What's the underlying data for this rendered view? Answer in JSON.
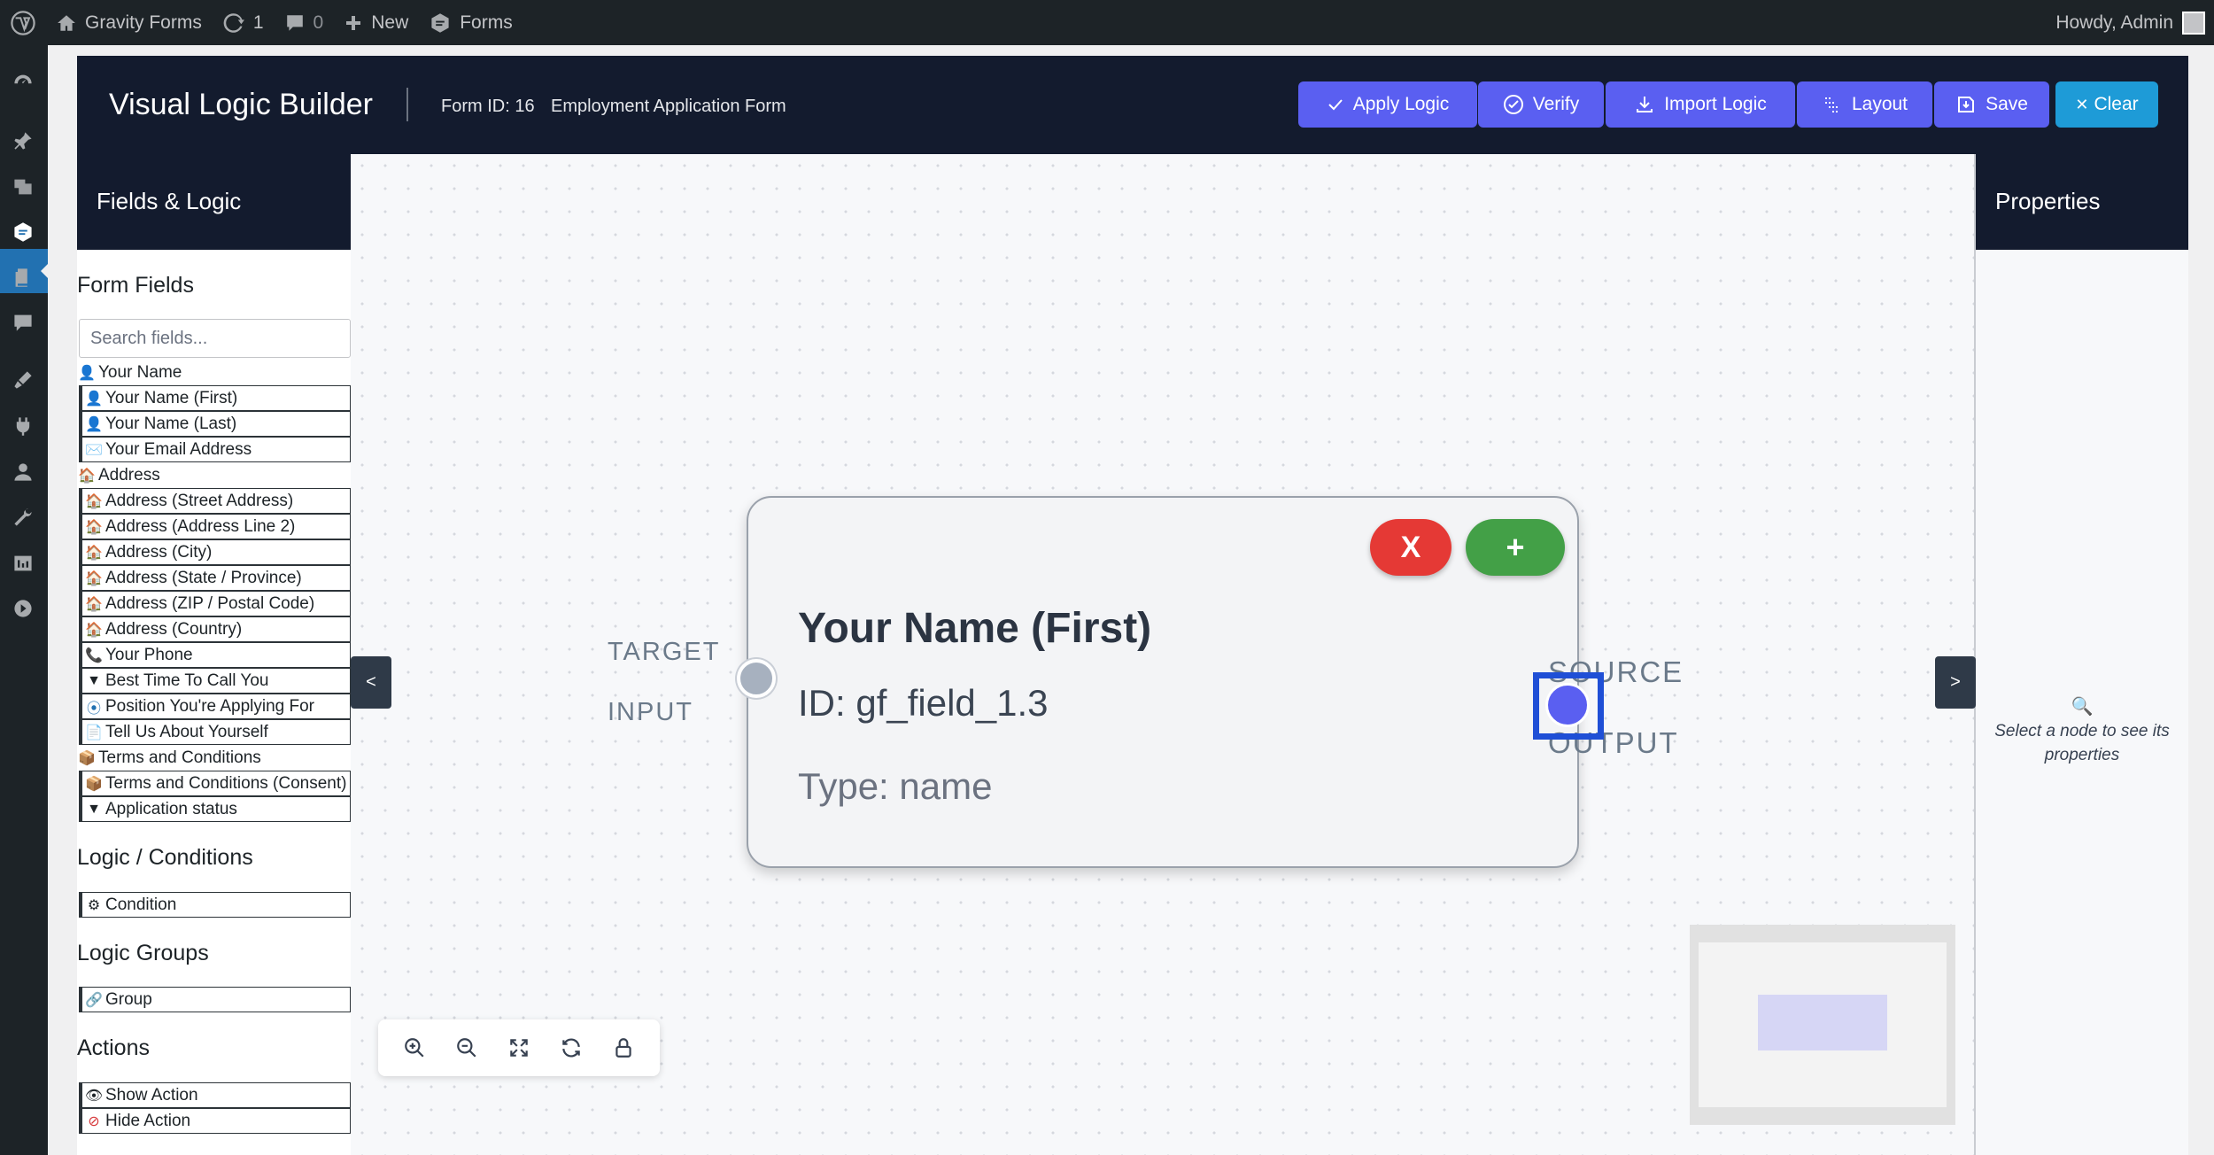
{
  "adminbar": {
    "site_name": "Gravity Forms",
    "updates_count": "1",
    "comments_count": "0",
    "new_label": "New",
    "forms_label": "Forms",
    "howdy": "Howdy, Admin"
  },
  "builder": {
    "title": "Visual Logic Builder",
    "form_id": "Form ID: 16",
    "form_name": "Employment Application Form",
    "buttons": {
      "apply": "Apply Logic",
      "verify": "Verify",
      "import": "Import Logic",
      "layout": "Layout",
      "save": "Save",
      "clear": "Clear"
    }
  },
  "left": {
    "title": "Fields & Logic",
    "form_fields_title": "Form Fields",
    "search_placeholder": "Search fields...",
    "fields": [
      {
        "label": "Your Name",
        "icon": "👤"
      },
      {
        "label": "Your Name (First)",
        "icon": "👤"
      },
      {
        "label": "Your Name (Last)",
        "icon": "👤"
      },
      {
        "label": "Your Email Address",
        "icon": "✉️"
      },
      {
        "label": "Address",
        "icon": "🏠"
      },
      {
        "label": "Address (Street Address)",
        "icon": "🏠"
      },
      {
        "label": "Address (Address Line 2)",
        "icon": "🏠"
      },
      {
        "label": "Address (City)",
        "icon": "🏠"
      },
      {
        "label": "Address (State / Province)",
        "icon": "🏠"
      },
      {
        "label": "Address (ZIP / Postal Code)",
        "icon": "🏠"
      },
      {
        "label": "Address (Country)",
        "icon": "🏠"
      },
      {
        "label": "Your Phone",
        "icon": "📞"
      },
      {
        "label": "Best Time To Call You",
        "icon": "▼"
      },
      {
        "label": "Position You're Applying For",
        "icon": "⦿"
      },
      {
        "label": "Tell Us About Yourself",
        "icon": "📄"
      },
      {
        "label": "Terms and Conditions",
        "icon": "📦"
      },
      {
        "label": "Terms and Conditions (Consent)",
        "icon": "📦"
      },
      {
        "label": "Application status",
        "icon": "▼"
      }
    ],
    "logic_title": "Logic / Conditions",
    "condition_label": "Condition",
    "groups_title": "Logic Groups",
    "group_label": "Group",
    "actions_title": "Actions",
    "show_action": "Show Action",
    "hide_action": "Hide Action"
  },
  "canvas": {
    "collapse_left": "<",
    "collapse_right": ">",
    "target_label": "TARGET",
    "input_label": "INPUT",
    "source_label": "SOURCE",
    "output_label": "OUTPUT",
    "node": {
      "delete_label": "X",
      "add_label": "+",
      "title": "Your Name (First)",
      "id_text": "ID: gf_field_1.3",
      "type_text": "Type: name"
    }
  },
  "right": {
    "title": "Properties",
    "empty_text": "Select a node to see its properties"
  }
}
